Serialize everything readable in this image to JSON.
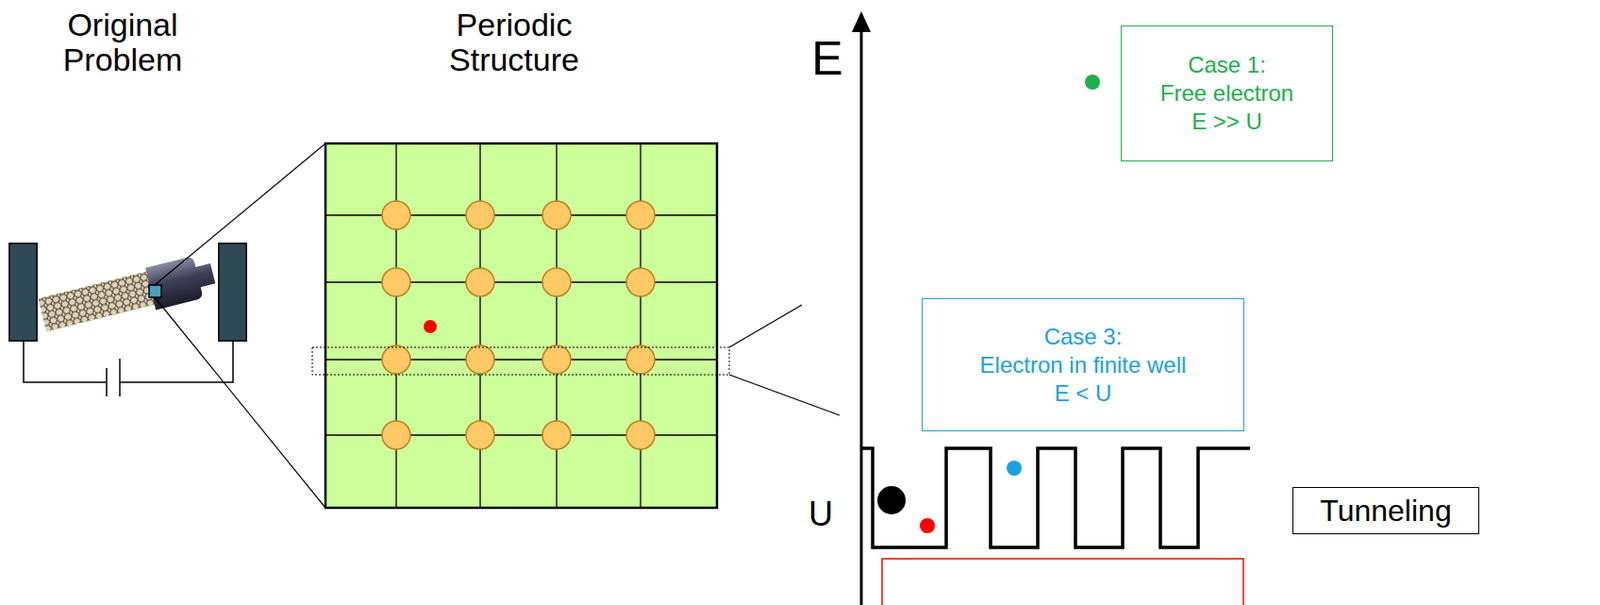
{
  "diagram": {
    "nodes": [
      {
        "text": [
          "Case 1:",
          "Free electron",
          "E >> U"
        ]
      },
      {
        "text": [
          "Case 3:",
          "Electron in finite well",
          "E < U"
        ]
      },
      {
        "text": [
          "Tunneling"
        ]
      }
    ],
    "labels": [
      "Original Problem",
      "Periodic Structure",
      "E",
      "U"
    ]
  }
}
